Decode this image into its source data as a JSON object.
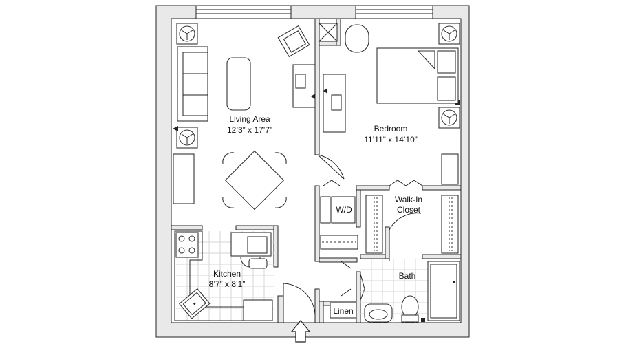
{
  "rooms": {
    "living": {
      "name": "Living Area",
      "dims": "12’3” x 17’7”"
    },
    "bedroom": {
      "name": "Bedroom",
      "dims": "11’11” x 14’10”"
    },
    "kitchen": {
      "name": "Kitchen",
      "dims": "8’7” x 8’1”"
    },
    "bath": {
      "name": "Bath"
    },
    "closet": {
      "line1": "Walk-In",
      "line2": "Closet"
    },
    "laundry": {
      "name": "W/D"
    },
    "linen": {
      "name": "Linen"
    }
  },
  "icons": [
    "entry-arrow-icon",
    "smoke-detector-icon",
    "fan-icon"
  ],
  "colors": {
    "wall": "#222222",
    "background": "#ffffff",
    "tile": "#d5d5d5"
  }
}
